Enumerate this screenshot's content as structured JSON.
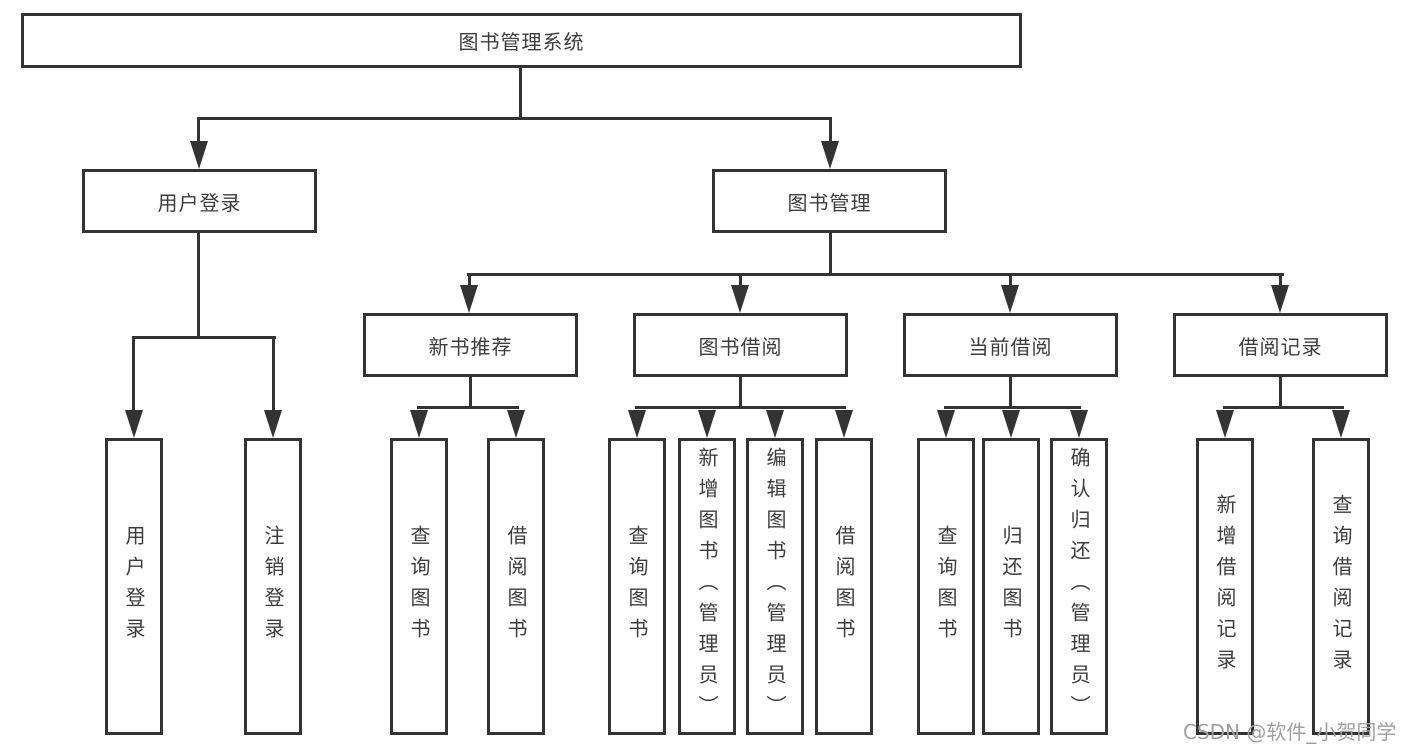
{
  "tree": {
    "label": "图书管理系统",
    "children": [
      {
        "label": "用户登录",
        "children": [
          {
            "label": "用户登录"
          },
          {
            "label": "注销登录"
          }
        ]
      },
      {
        "label": "图书管理",
        "children": [
          {
            "label": "新书推荐",
            "children": [
              {
                "label": "查询图书"
              },
              {
                "label": "借阅图书"
              }
            ]
          },
          {
            "label": "图书借阅",
            "children": [
              {
                "label": "查询图书"
              },
              {
                "label": "新增图书（管理员）"
              },
              {
                "label": "编辑图书（管理员）"
              },
              {
                "label": "借阅图书"
              }
            ]
          },
          {
            "label": "当前借阅",
            "children": [
              {
                "label": "查询图书"
              },
              {
                "label": "归还图书"
              },
              {
                "label": "确认归还（管理员）"
              }
            ]
          },
          {
            "label": "借阅记录",
            "children": [
              {
                "label": "新增借阅记录"
              },
              {
                "label": "查询借阅记录"
              }
            ]
          }
        ]
      }
    ]
  },
  "watermark": "CSDN @软件_小贺同学",
  "colors": {
    "line": "#333333",
    "text": "#3d3d3d",
    "watermark": "#a0a0a0",
    "background": "#ffffff"
  }
}
